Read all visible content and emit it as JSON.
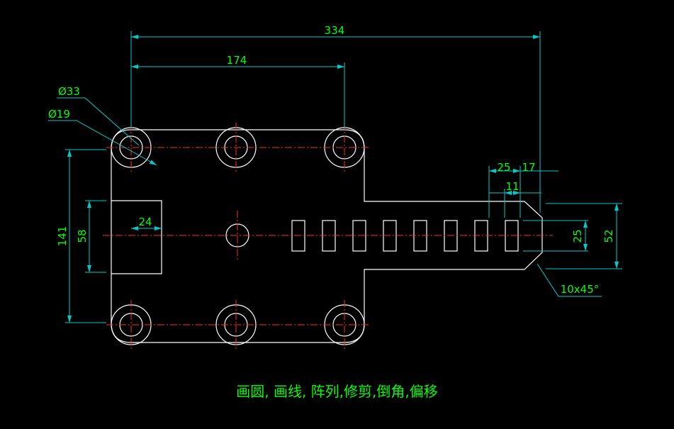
{
  "colors": {
    "background": "#000000",
    "outline": "#ffffff",
    "centerline": "#ff2a2a",
    "dimension_line": "#00cccc",
    "dimension_text": "#00ff00",
    "caption": "#00ff00"
  },
  "dimensions": {
    "overall_width": "334",
    "hole_spacing": "174",
    "outer_diameter": "Ø33",
    "inner_diameter": "Ø19",
    "total_height": "141",
    "left_tab_height": "58",
    "left_tab_width": "24",
    "slot_pitch": "25",
    "end_length": "17",
    "slot_width": "11",
    "slot_height": "25",
    "arm_height": "52",
    "chamfer": "10x45°"
  },
  "caption": "画圆, 画线, 阵列,修剪,倒角,偏移"
}
